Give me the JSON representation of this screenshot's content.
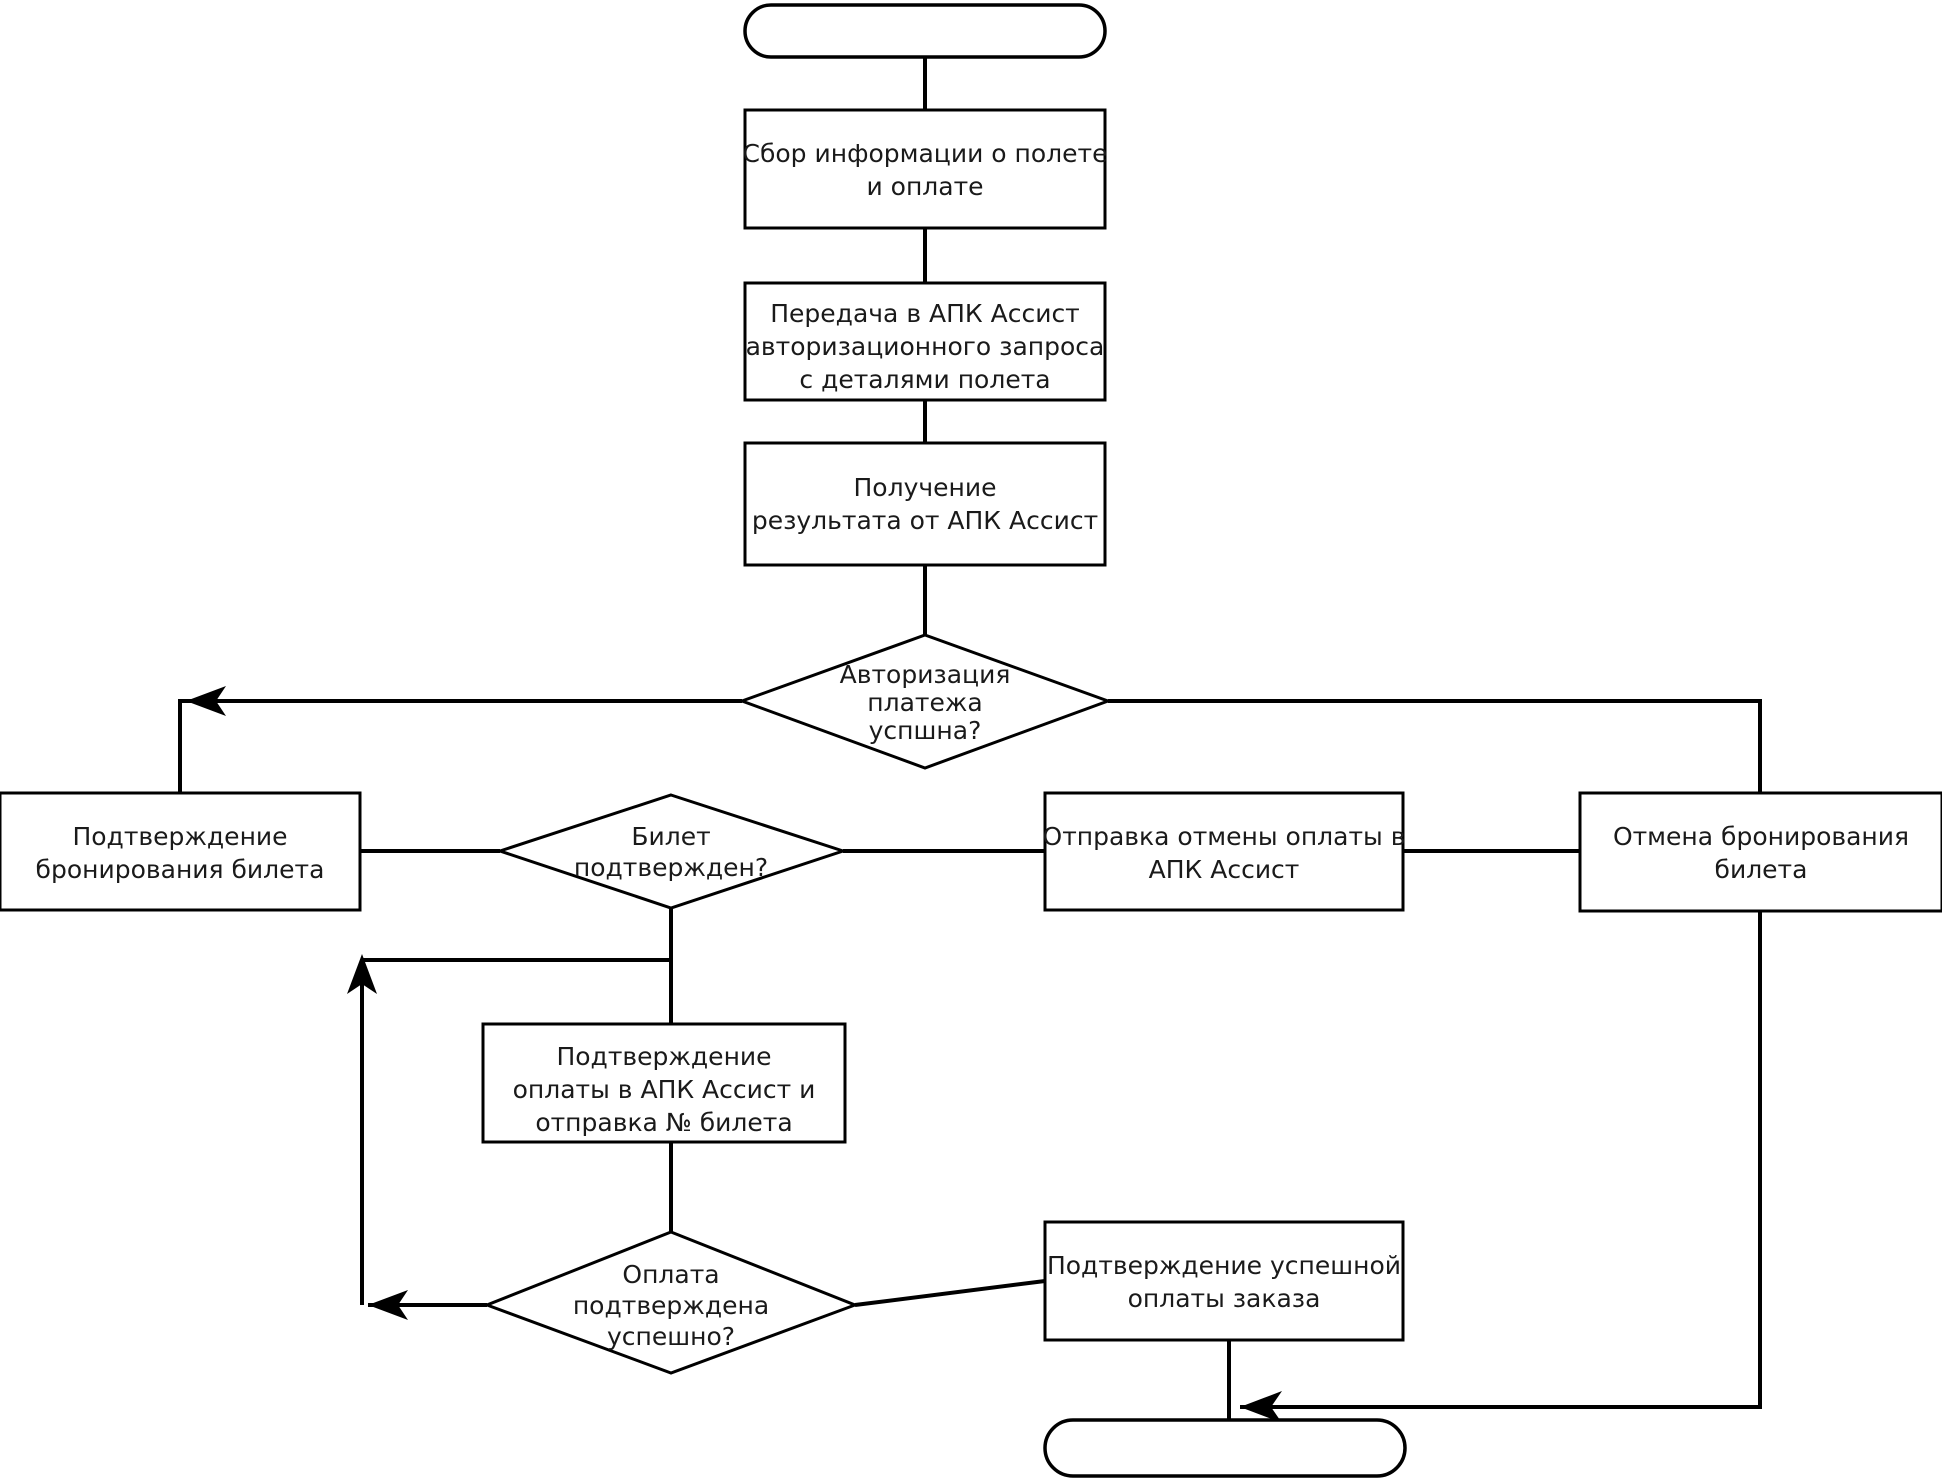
{
  "diagram": {
    "title": "",
    "type": "flowchart",
    "language": "ru",
    "colors": {
      "background": "#ffffff",
      "stroke": "#000000",
      "text": "#1a1a1a",
      "fill": "#ffffff"
    },
    "nodes": [
      {
        "id": "start",
        "shape": "terminal",
        "label": "",
        "lines": []
      },
      {
        "id": "collect-info",
        "shape": "process",
        "label": "Сбор информации о полете и оплате",
        "lines": [
          "Сбор информации о полете",
          "и оплате"
        ]
      },
      {
        "id": "send-auth-request",
        "shape": "process",
        "label": "Передача в АПК Ассист авторизационного запроса с деталями полета",
        "lines": [
          "Передача в АПК Ассист",
          "авторизационного запроса",
          "с деталями полета"
        ]
      },
      {
        "id": "receive-result",
        "shape": "process",
        "label": "Получение результата от АПК Ассист",
        "lines": [
          "Получение",
          "результата от АПК Ассист"
        ]
      },
      {
        "id": "auth-success-decision",
        "shape": "decision",
        "label": "Авторизация платежа успшна?",
        "lines": [
          "Авторизация",
          "платежа",
          "успшна?"
        ]
      },
      {
        "id": "confirm-booking",
        "shape": "process",
        "label": "Подтверждение бронирования билета",
        "lines": [
          "Подтверждение",
          "бронирования билета"
        ]
      },
      {
        "id": "ticket-confirmed-decision",
        "shape": "decision",
        "label": "Билет подтвержден?",
        "lines": [
          "Билет",
          "подтвержден?"
        ]
      },
      {
        "id": "send-payment-cancel",
        "shape": "process",
        "label": "Отправка отмены оплаты в АПК Ассист",
        "lines": [
          "Отправка отмены оплаты в",
          "АПК Ассист"
        ]
      },
      {
        "id": "cancel-booking",
        "shape": "process",
        "label": "Отмена бронирования билета",
        "lines": [
          "Отмена бронирования",
          "билета"
        ]
      },
      {
        "id": "confirm-payment",
        "shape": "process",
        "label": "Подтверждение оплаты в АПК Ассист и отправка № билета",
        "lines": [
          "Подтверждение",
          "оплаты в АПК Ассист и",
          "отправка № билета"
        ]
      },
      {
        "id": "payment-confirmed-decision",
        "shape": "decision",
        "label": "Оплата подтверждена успешно?",
        "lines": [
          "Оплата",
          "подтверждена",
          "успешно?"
        ]
      },
      {
        "id": "order-paid-confirmation",
        "shape": "process",
        "label": "Подтверждение успешной оплаты заказа",
        "lines": [
          "Подтверждение успешной",
          "оплаты заказа"
        ]
      },
      {
        "id": "end",
        "shape": "terminal",
        "label": "",
        "lines": []
      }
    ],
    "edges": [
      {
        "id": "e-start-collect",
        "from": "start",
        "to": "collect-info",
        "label": ""
      },
      {
        "id": "e-collect-send",
        "from": "collect-info",
        "to": "send-auth-request",
        "label": ""
      },
      {
        "id": "e-send-receive",
        "from": "send-auth-request",
        "to": "receive-result",
        "label": ""
      },
      {
        "id": "e-receive-auth",
        "from": "receive-result",
        "to": "auth-success-decision",
        "label": ""
      },
      {
        "id": "e-auth-confirm-booking",
        "from": "auth-success-decision",
        "to": "confirm-booking",
        "label": ""
      },
      {
        "id": "e-auth-cancel-booking",
        "from": "auth-success-decision",
        "to": "cancel-booking",
        "label": ""
      },
      {
        "id": "e-confirm-booking-ticket",
        "from": "confirm-booking",
        "to": "ticket-confirmed-decision",
        "label": ""
      },
      {
        "id": "e-ticket-confirm-payment",
        "from": "ticket-confirmed-decision",
        "to": "confirm-payment",
        "label": ""
      },
      {
        "id": "e-ticket-send-cancel",
        "from": "ticket-confirmed-decision",
        "to": "send-payment-cancel",
        "label": ""
      },
      {
        "id": "e-send-cancel-cancel-booking",
        "from": "send-payment-cancel",
        "to": "cancel-booking",
        "label": ""
      },
      {
        "id": "e-confirm-payment-decision",
        "from": "confirm-payment",
        "to": "payment-confirmed-decision",
        "label": ""
      },
      {
        "id": "e-payment-decision-order-paid",
        "from": "payment-confirmed-decision",
        "to": "order-paid-confirmation",
        "label": ""
      },
      {
        "id": "e-payment-decision-retry",
        "from": "payment-confirmed-decision",
        "to": "confirm-booking",
        "label": ""
      },
      {
        "id": "e-order-paid-end",
        "from": "order-paid-confirmation",
        "to": "end",
        "label": ""
      },
      {
        "id": "e-cancel-booking-end",
        "from": "cancel-booking",
        "to": "end",
        "label": ""
      }
    ]
  }
}
